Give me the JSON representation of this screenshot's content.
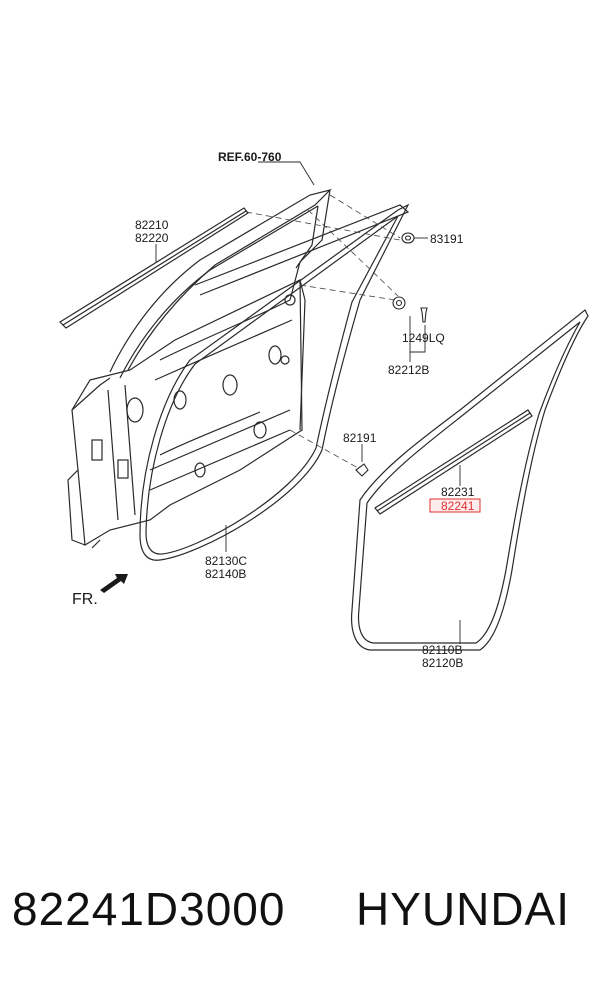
{
  "diagram": {
    "ref_label": "REF.60-760",
    "front_label": "FR.",
    "part_labels": {
      "p82210": "82210",
      "p82220": "82220",
      "p83191": "83191",
      "p1249LQ": "1249LQ",
      "p82212B": "82212B",
      "p82191": "82191",
      "p82231": "82231",
      "p82241": "82241",
      "p82130C": "82130C",
      "p82140B": "82140B",
      "p82110B": "82110B",
      "p82120B": "82120B"
    },
    "highlight_color": "#e03030",
    "line_color": "#2a2a2a"
  },
  "caption": {
    "part_number": "82241D3000",
    "brand": "HYUNDAI"
  }
}
